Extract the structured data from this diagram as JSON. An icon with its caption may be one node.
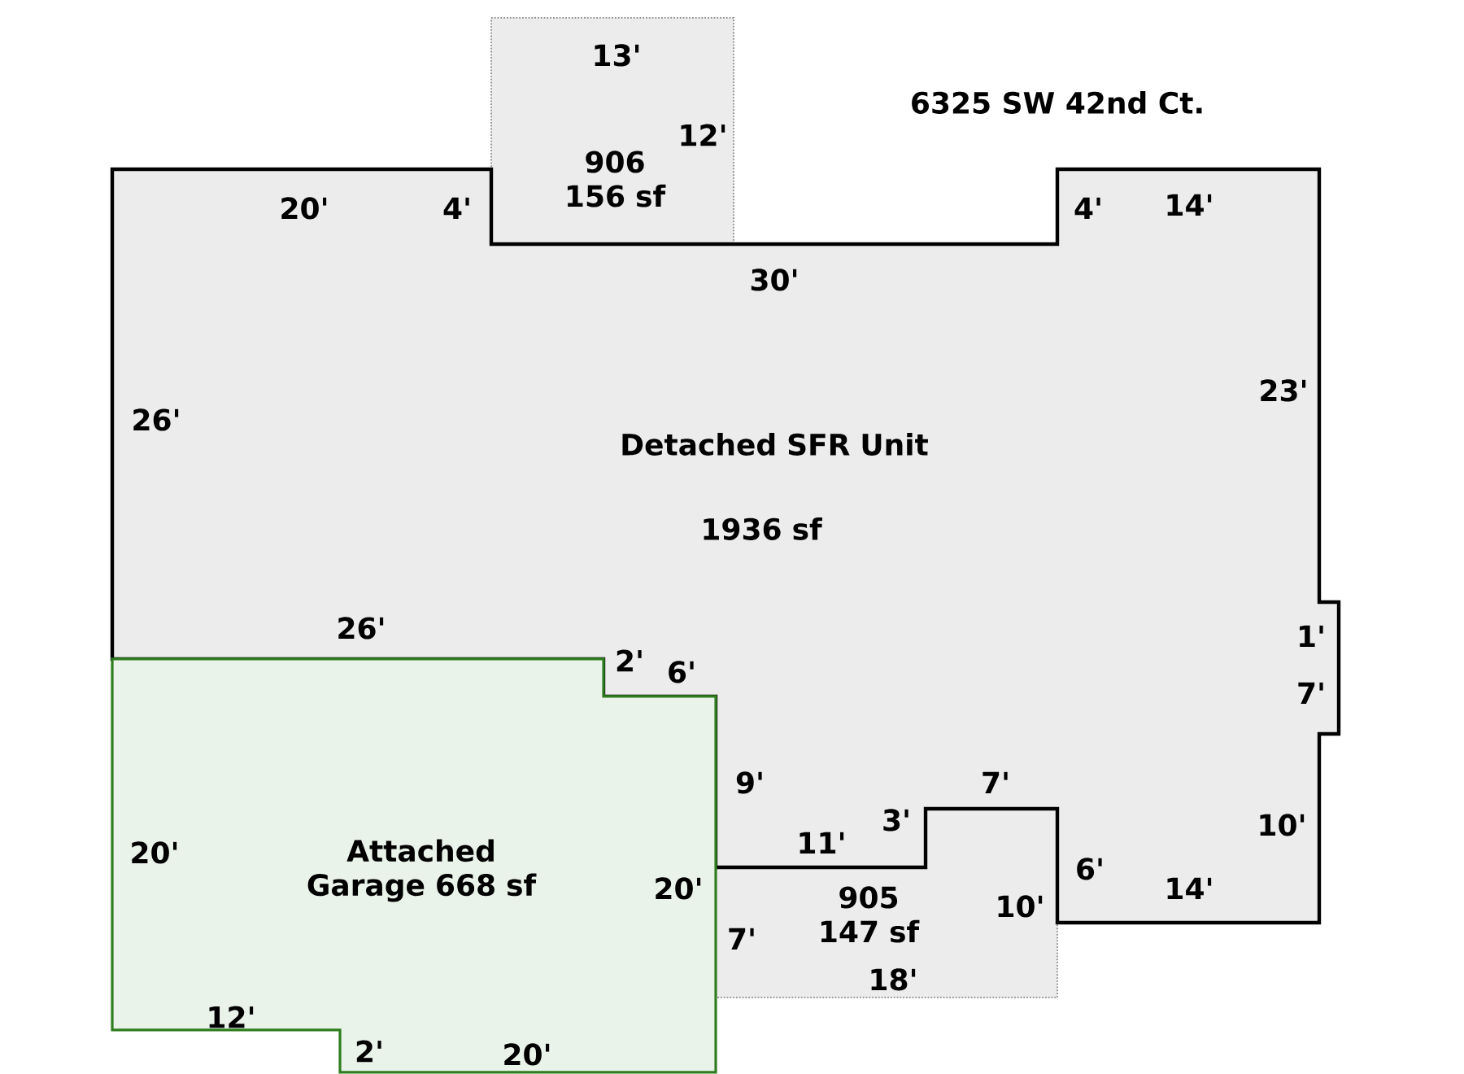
{
  "diagram": {
    "nodes": [
      {
        "text": [
          "Detached SFR Unit",
          "1936 sf"
        ]
      },
      {
        "text": [
          "Attached Garage 668 sf"
        ]
      },
      {
        "text": [
          "906 156 sf"
        ]
      },
      {
        "text": [
          "905 147 sf"
        ]
      }
    ],
    "labels": [
      "13'",
      "6325 SW 42nd Ct.",
      "12'",
      "20'",
      "4'",
      "4'",
      "14'",
      "30'",
      "23'",
      "26'",
      "26'",
      "2'",
      "6'",
      "1'",
      "7'",
      "9'",
      "7'",
      "3'",
      "10'",
      "11'",
      "20'",
      "6'",
      "20'",
      "14'",
      "10'",
      "7'",
      "18'",
      "12'",
      "2'",
      "20'"
    ]
  }
}
